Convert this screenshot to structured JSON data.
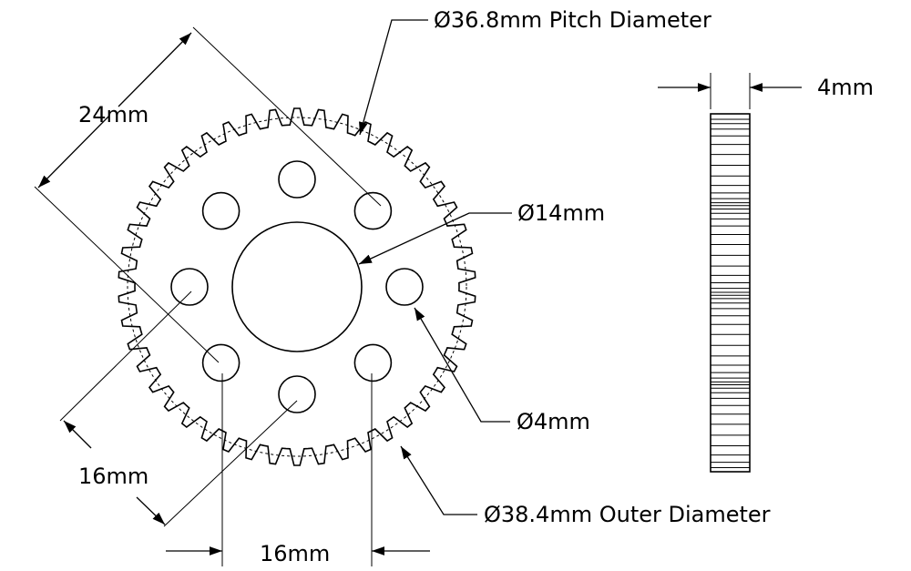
{
  "diagram": {
    "labels": {
      "pitch_diameter": "Ø36.8mm Pitch Diameter",
      "bore_diameter": "Ø14mm",
      "hole_diameter": "Ø4mm",
      "outer_diameter": "Ø38.4mm Outer Diameter",
      "thickness": "4mm",
      "hole_spacing_diag": "24mm",
      "hole_spacing_left": "16mm",
      "hole_spacing_bottom": "16mm"
    },
    "gear": {
      "tooth_count": 46,
      "mounting_holes": 8
    }
  }
}
